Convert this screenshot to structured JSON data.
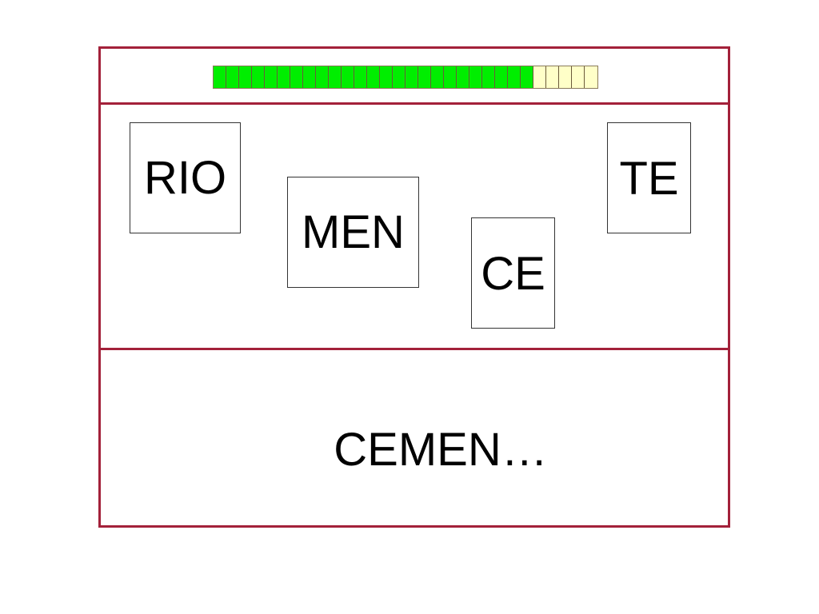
{
  "progress": {
    "total_segments": 30,
    "filled_segments": 25,
    "filled_color": "#00ee00",
    "empty_color": "#ffffc8"
  },
  "tiles": [
    {
      "label": "RIO"
    },
    {
      "label": "MEN"
    },
    {
      "label": "CE"
    },
    {
      "label": "TE"
    }
  ],
  "answer": {
    "text": "CEMEN…"
  },
  "colors": {
    "frame": "#a3213a"
  }
}
